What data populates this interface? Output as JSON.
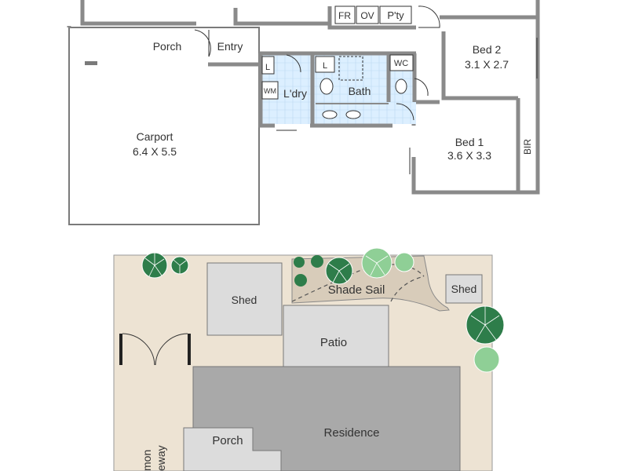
{
  "floor_plan": {
    "rooms": {
      "porch": "Porch",
      "entry": "Entry",
      "carport": "Carport",
      "carport_size": "6.4 X 5.5",
      "laundry": "L'dry",
      "bath": "Bath",
      "wc": "WC",
      "bed2": "Bed 2",
      "bed2_size": "3.1 X 2.7",
      "bed1": "Bed 1",
      "bed1_size": "3.6 X 3.3",
      "bir": "BIR",
      "fridge": "FR",
      "oven": "OV",
      "pantry": "P'ty",
      "linen_1": "L",
      "linen_2": "L",
      "washing_machine": "WM"
    }
  },
  "site_plan": {
    "labels": {
      "shed_left": "Shed",
      "shed_right": "Shed",
      "shade_sail": "Shade Sail",
      "patio": "Patio",
      "residence": "Residence",
      "porch": "Porch",
      "driveway": "mon\neway"
    },
    "colors": {
      "yard": "#ede3d3",
      "residence": "#a9a9a9",
      "building": "#dcdcdc",
      "tree_dark": "#2e7d4a",
      "tree_light": "#8fcf96"
    }
  }
}
